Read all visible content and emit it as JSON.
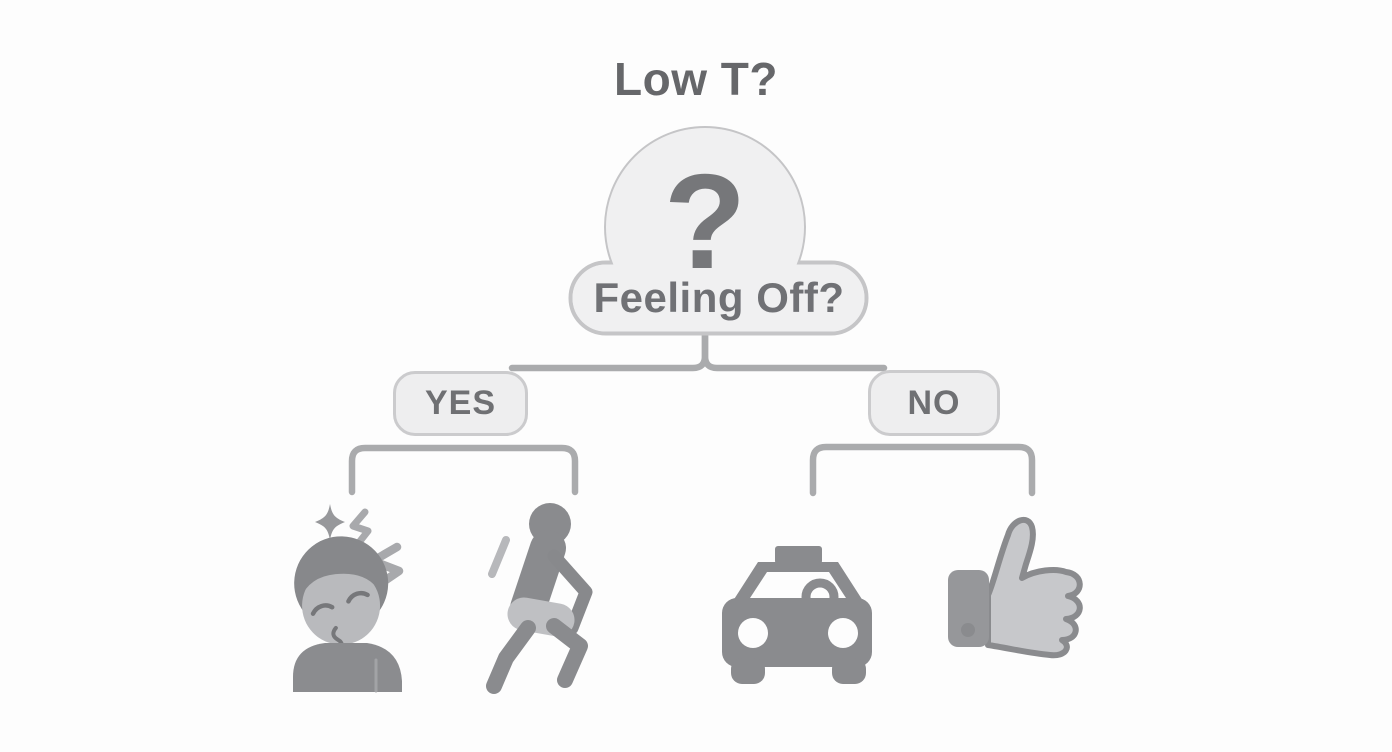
{
  "diagram": {
    "title": "Low T?",
    "root": {
      "symbol": "?",
      "label": "Feeling Off?"
    },
    "branches": {
      "yes": {
        "label": "YES",
        "outcomes": [
          "headache-person",
          "running-person"
        ]
      },
      "no": {
        "label": "NO",
        "outcomes": [
          "taxi",
          "thumbs-up"
        ]
      }
    },
    "colors": {
      "background": "#fdfdfd",
      "node_fill": "#f0f0f1",
      "node_border": "#c5c5c7",
      "connector": "#aaabad",
      "title_text": "#66676a",
      "node_text": "#707175",
      "choice_fill": "#eeeeef",
      "choice_border": "#cbcbcd",
      "icon_dark": "#8a8b8e",
      "icon_mid": "#a8a9ac",
      "icon_light": "#c7c8cb",
      "face_light": "#b9babd"
    }
  }
}
